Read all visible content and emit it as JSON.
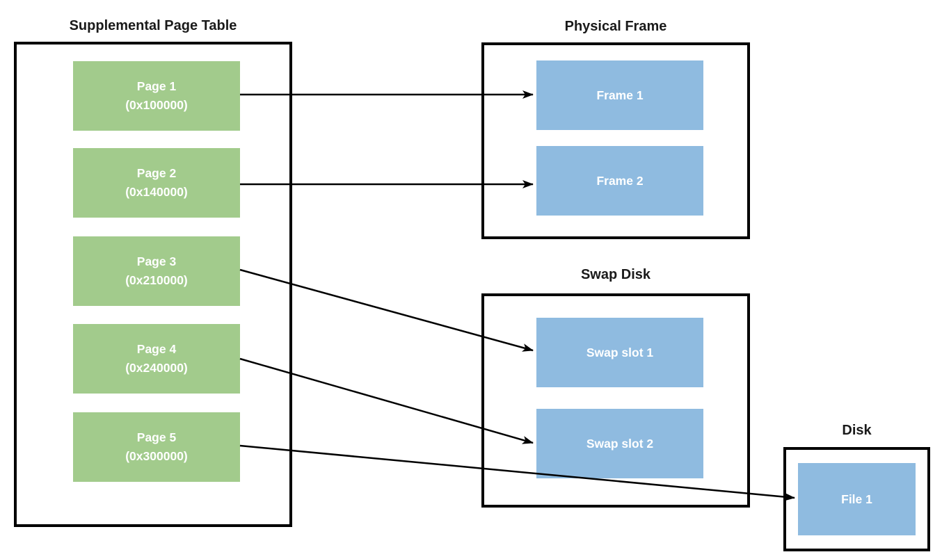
{
  "diagram": {
    "groups": [
      {
        "title": "Supplemental Page Table",
        "items": [
          {
            "label": "Page 1",
            "sublabel": "(0x100000)"
          },
          {
            "label": "Page 2",
            "sublabel": "(0x140000)"
          },
          {
            "label": "Page 3",
            "sublabel": "(0x210000)"
          },
          {
            "label": "Page 4",
            "sublabel": "(0x240000)"
          },
          {
            "label": "Page 5",
            "sublabel": "(0x300000)"
          }
        ]
      },
      {
        "title": "Physical Frame",
        "items": [
          {
            "label": "Frame 1"
          },
          {
            "label": "Frame 2"
          }
        ]
      },
      {
        "title": "Swap Disk",
        "items": [
          {
            "label": "Swap slot 1"
          },
          {
            "label": "Swap slot 2"
          }
        ]
      },
      {
        "title": "Disk",
        "items": [
          {
            "label": "File 1"
          }
        ]
      }
    ],
    "connections": [
      {
        "from": "Page 1",
        "to": "Frame 1"
      },
      {
        "from": "Page 2",
        "to": "Frame 2"
      },
      {
        "from": "Page 3",
        "to": "Swap slot 1"
      },
      {
        "from": "Page 4",
        "to": "Swap slot 2"
      },
      {
        "from": "Page 5",
        "to": "File 1"
      }
    ],
    "colors": {
      "page_fill": "#a2cb8c",
      "slot_fill": "#8fbbe0",
      "line": "#000000",
      "node_text": "#ffffff",
      "title_text": "#1a1a1a",
      "background": "#ffffff"
    }
  }
}
